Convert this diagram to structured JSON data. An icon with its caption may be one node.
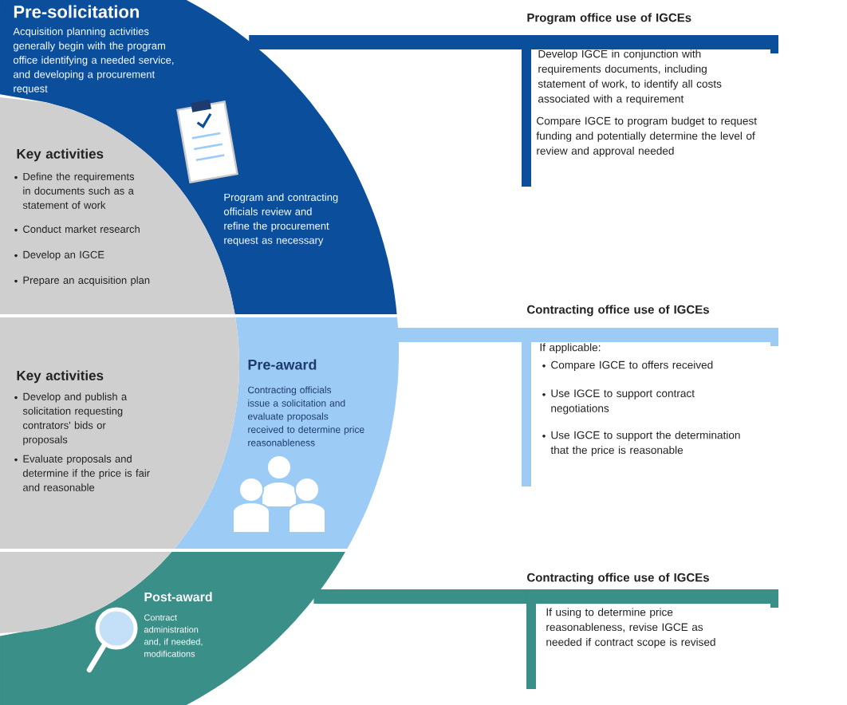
{
  "diagram": {
    "nodes": [
      {
        "text": [
          "Pre-solicitation",
          "Acquisition planning activities generally begin with the program office identifying a needed service, and developing a procurement request",
          "Program and contracting officials review and refine the procurement request as necessary"
        ]
      },
      {
        "text": [
          "Key activities",
          "Define the requirements in documents such as a statement of work",
          "Conduct market research",
          "Develop an IGCE",
          "Prepare an acquisition plan"
        ]
      },
      {
        "text": [
          "Pre-award",
          "Contracting officials issue a solicitation and evaluate proposals received to determine price reasonableness"
        ]
      },
      {
        "text": [
          "Key activities",
          "Develop and publish a solicitation requesting contrators' bids or proposals",
          "Evaluate proposals and determine if the price is fair and reasonable"
        ]
      },
      {
        "text": [
          "Post-award",
          "Contract administration and, if needed, modifications"
        ]
      },
      {
        "text": [
          "Program office use of IGCEs",
          "Develop IGCE in conjunction with requirements documents, including statement of work, to identify all costs associated with a requirement",
          "Compare IGCE to program budget to request funding and potentially determine the level of review and approval needed"
        ]
      },
      {
        "text": [
          "Contracting office use of IGCEs",
          "If applicable:",
          "Compare IGCE to offers received",
          "Use IGCE to support contract negotiations",
          "Use IGCE to support the determination that the price is reasonable"
        ]
      },
      {
        "text": [
          "Contracting office use of IGCEs",
          "If using to determine price reasonableness, revise IGCE as needed if contract scope is revised"
        ]
      },
      {
        "text": [],
        "shape": "band"
      }
    ],
    "edges": [
      {
        "from": 0,
        "to": 5,
        "arrow": "none",
        "color": "#0b4f9c"
      },
      {
        "from": 2,
        "to": 6,
        "arrow": "none",
        "color": "#9ccbf5"
      },
      {
        "from": 4,
        "to": 7,
        "arrow": "none",
        "color": "#3a9088"
      }
    ]
  }
}
